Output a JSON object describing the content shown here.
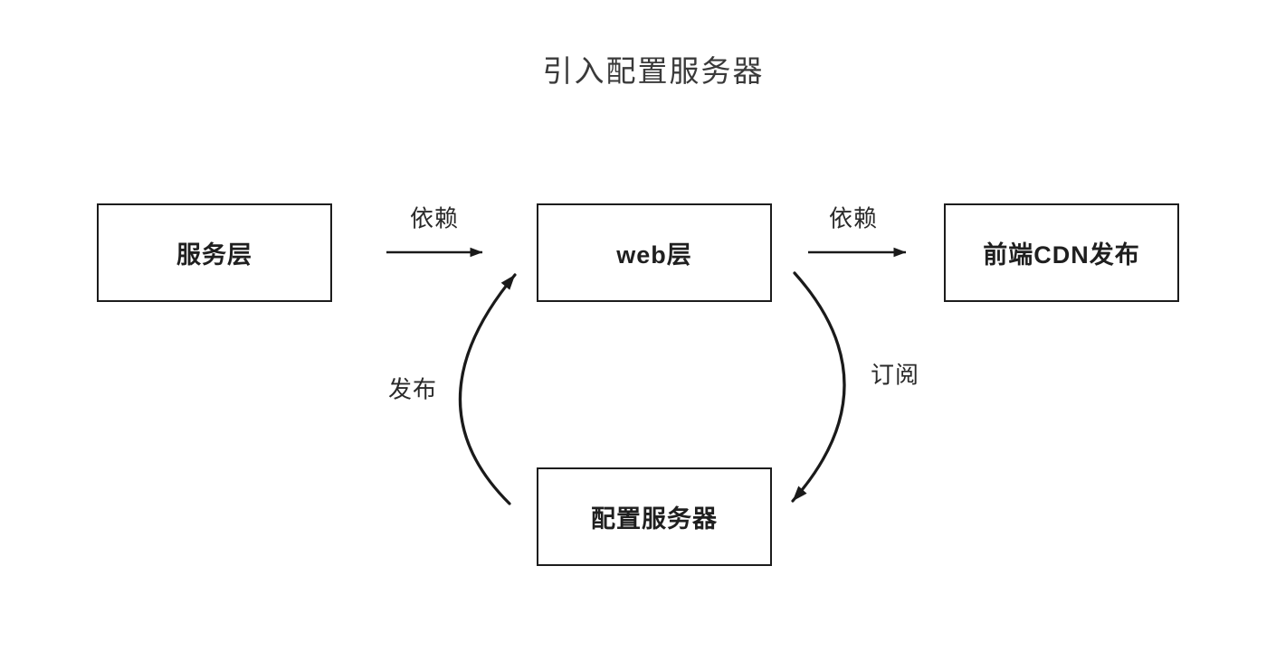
{
  "title": "引入配置服务器",
  "nodes": [
    {
      "id": "service-layer",
      "label": "服务层"
    },
    {
      "id": "web-layer",
      "label": "web层"
    },
    {
      "id": "frontend-cdn-release",
      "label": "前端CDN发布"
    },
    {
      "id": "config-server",
      "label": "配置服务器"
    }
  ],
  "edges": [
    {
      "from": "服务层",
      "to": "web层",
      "label": "依赖",
      "style": "straight"
    },
    {
      "from": "web层",
      "to": "前端CDN发布",
      "label": "依赖",
      "style": "straight"
    },
    {
      "from": "配置服务器",
      "to": "web层",
      "label": "发布",
      "style": "curved"
    },
    {
      "from": "web层",
      "to": "配置服务器",
      "label": "订阅",
      "style": "curved"
    }
  ],
  "colors": {
    "background": "#ffffff",
    "stroke": "#1a1a1a",
    "box_border": "#1c1c1c",
    "text": "#1f1f1f"
  }
}
